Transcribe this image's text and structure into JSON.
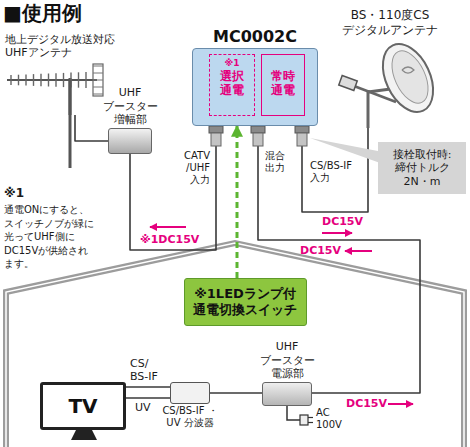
{
  "diagram": {
    "title": "■使用例",
    "nodes": [
      {
        "text": [
          "MC0002C"
        ]
      },
      {
        "text": [
          "※1",
          "選択 通電"
        ],
        "in": 0
      },
      {
        "text": [
          "常時 通電"
        ],
        "in": 0
      },
      {
        "text": [
          "地上デジタル放送対応 UHFアンテナ"
        ]
      },
      {
        "text": [
          "BS・110度CS デジタルアンテナ"
        ]
      },
      {
        "text": [
          "UHF ブースター 増幅部"
        ]
      },
      {
        "text": [
          "接栓取付時: 締付トルク 2N・m"
        ]
      },
      {
        "text": [
          "※1LEDランプ付 通電切換スイッチ"
        ]
      },
      {
        "text": [
          "TV"
        ]
      },
      {
        "text": [
          "CS/BS-IF ・UV 分波器"
        ]
      },
      {
        "text": [
          "UHF ブースター 電源部"
        ]
      }
    ],
    "edges": [
      {
        "from": 3,
        "to": 5,
        "arrow": "none"
      },
      {
        "from": 5,
        "to": 0,
        "arrow": "none"
      },
      {
        "from": 0,
        "to": 4,
        "arrow": "none"
      },
      {
        "from": 0,
        "to": 10,
        "arrow": "none"
      },
      {
        "from": 10,
        "to": 9,
        "arrow": "none"
      },
      {
        "from": 9,
        "to": 8,
        "label": "CS/ BS-IF",
        "arrow": "none"
      },
      {
        "from": 9,
        "to": 8,
        "label": "UV",
        "arrow": "none"
      },
      {
        "from": 7,
        "to": 0,
        "arrow": "to"
      }
    ],
    "labels": [
      "CATV /UHF 入力",
      "混合 出力",
      "CS/BS-IF 入力",
      "※1",
      "通電ONにすると、スイッチノブが緑に光ってUHF側にDC15Vが供給されます。",
      "※1DC15V",
      "DC15V",
      "DC15V",
      "DC15V",
      "AC 100V"
    ]
  }
}
